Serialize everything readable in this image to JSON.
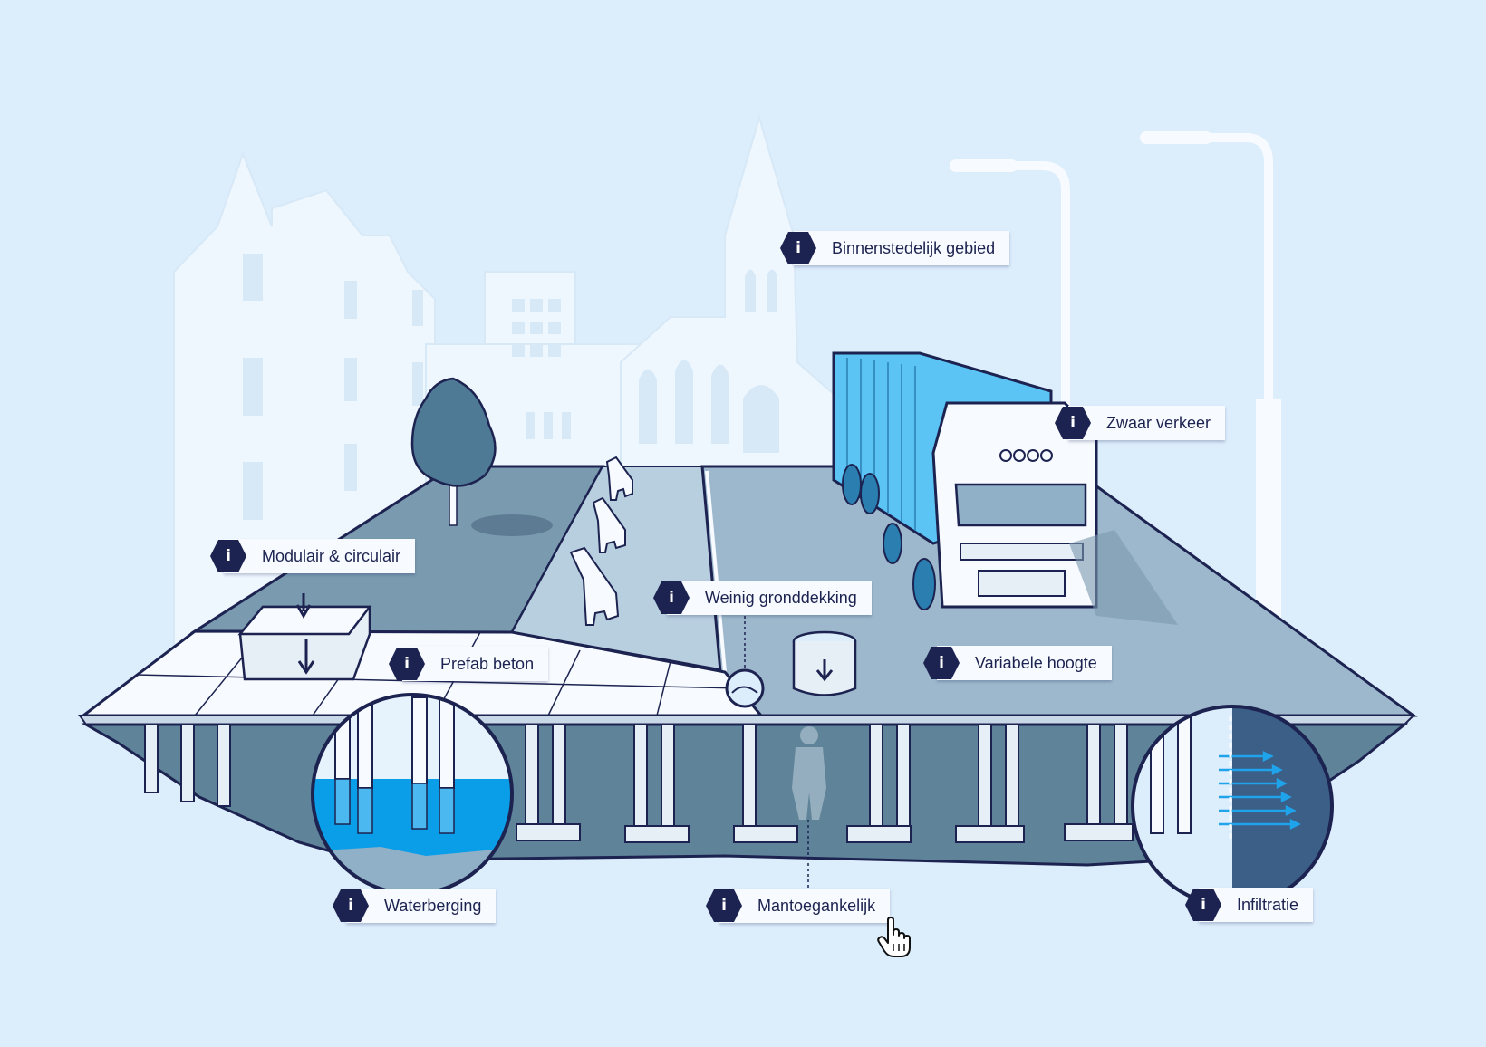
{
  "hotspots": [
    {
      "id": "binnenstedelijk",
      "label": "Binnenstedelijk gebied"
    },
    {
      "id": "zwaar-verkeer",
      "label": "Zwaar verkeer"
    },
    {
      "id": "modulair",
      "label": "Modulair & circulair"
    },
    {
      "id": "weinig-gronddekking",
      "label": "Weinig gronddekking"
    },
    {
      "id": "prefab-beton",
      "label": "Prefab beton"
    },
    {
      "id": "variabele-hoogte",
      "label": "Variabele hoogte"
    },
    {
      "id": "waterberging",
      "label": "Waterberging"
    },
    {
      "id": "mantoegankelijk",
      "label": "Mantoegankelijk"
    },
    {
      "id": "infiltratie",
      "label": "Infiltratie"
    }
  ],
  "info_glyph": "i",
  "icons": {
    "info": "info-icon",
    "cursor": "hand-pointer-icon"
  },
  "colors": {
    "background": "#dcedfc",
    "navy": "#1d2350",
    "slab": "#8fb0c6",
    "water": "#0a9ee8",
    "container": "#5bc4f5"
  }
}
